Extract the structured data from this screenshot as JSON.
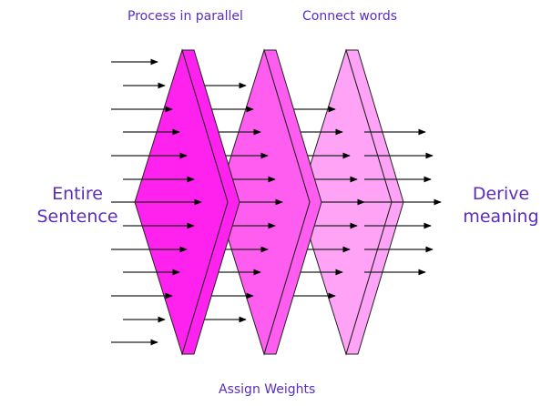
{
  "labels": {
    "top_left": "Process in parallel",
    "top_right": "Connect words",
    "bottom": "Assign Weights",
    "left_line1": "Entire",
    "left_line2": "Sentence",
    "right_line1": "Derive",
    "right_line2": "meaning"
  },
  "colors": {
    "text": "#5a2dbf",
    "layer1": "#ff22ee",
    "layer2": "#ff5cf0",
    "layer3": "#ffa3f6"
  }
}
